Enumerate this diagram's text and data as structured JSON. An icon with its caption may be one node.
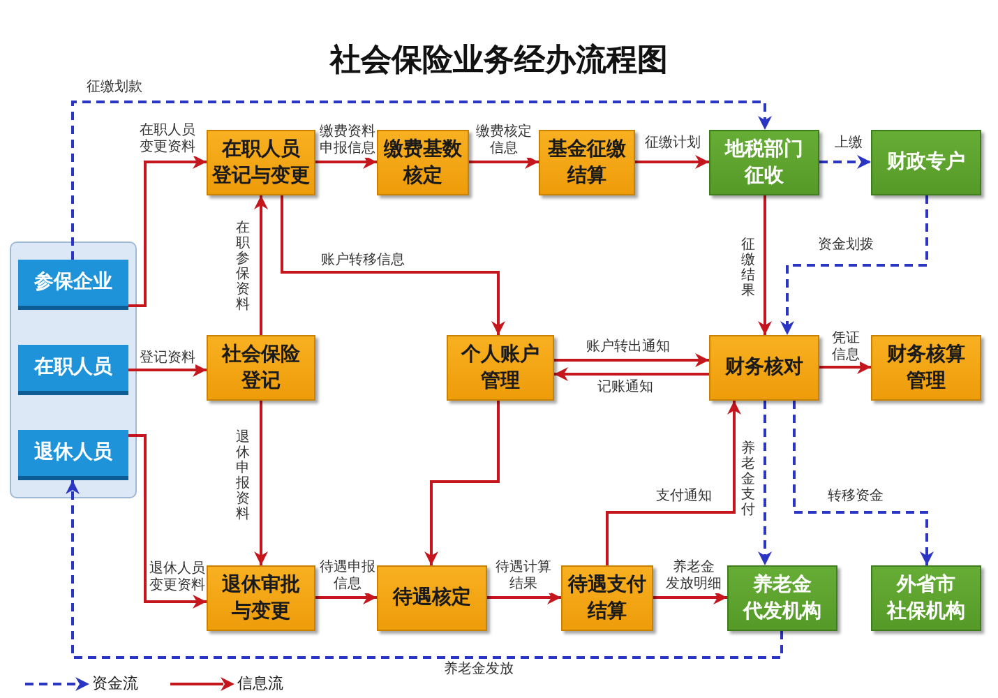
{
  "diagram": {
    "title": "社会保险业务经办流程图",
    "nodes": [
      {
        "text": [
          "在职人员登记与变更"
        ]
      },
      {
        "text": [
          "缴费基数核定"
        ]
      },
      {
        "text": [
          "基金征缴结算"
        ]
      },
      {
        "text": [
          "地税部门征收"
        ]
      },
      {
        "text": [
          "财政专户"
        ]
      },
      {
        "text": [],
        "shape": "box"
      },
      {
        "text": [
          "参保企业"
        ],
        "in": 5
      },
      {
        "text": [
          "在职人员"
        ],
        "in": 5
      },
      {
        "text": [
          "退休人员"
        ],
        "in": 5
      },
      {
        "text": [
          "社会保险登记"
        ]
      },
      {
        "text": [
          "个人账户管理"
        ]
      },
      {
        "text": [
          "财务核对"
        ]
      },
      {
        "text": [
          "财务核算管理"
        ]
      },
      {
        "text": [
          "退休审批与变更"
        ]
      },
      {
        "text": [
          "待遇核定"
        ]
      },
      {
        "text": [
          "待遇支付结算"
        ]
      },
      {
        "text": [
          "养老金代发机构"
        ]
      },
      {
        "text": [
          "外省市社保机构"
        ]
      }
    ],
    "edges": [
      {
        "from": 6,
        "to": 0,
        "arrow": "to",
        "label": "在职人员变更资料"
      },
      {
        "from": 7,
        "to": 9,
        "arrow": "to",
        "label": "登记资料"
      },
      {
        "from": 8,
        "to": 13,
        "arrow": "to",
        "label": "退休人员变更资料"
      },
      {
        "from": 9,
        "to": 0,
        "arrow": "to",
        "label": "在职参保资料"
      },
      {
        "from": 9,
        "to": 13,
        "arrow": "to",
        "label": "退休申报资料"
      },
      {
        "from": 0,
        "to": 1,
        "arrow": "to",
        "label": "缴费资料申报信息"
      },
      {
        "from": 1,
        "to": 2,
        "arrow": "to",
        "label": "缴费核定信息"
      },
      {
        "from": 2,
        "to": 3,
        "arrow": "to",
        "label": "征缴计划"
      },
      {
        "from": 3,
        "to": 4,
        "arrow": "to",
        "label": "上缴",
        "style": "dashed",
        "color": "#2b35c4"
      },
      {
        "from": 4,
        "to": 11,
        "arrow": "to",
        "label": "资金划拨",
        "style": "dashed",
        "color": "#2b35c4"
      },
      {
        "from": 3,
        "to": 11,
        "arrow": "to",
        "label": "征缴结果"
      },
      {
        "from": 0,
        "to": 10,
        "arrow": "to",
        "label": "账户转移信息"
      },
      {
        "from": 10,
        "to": 11,
        "arrow": "to",
        "label": "账户转出通知"
      },
      {
        "from": 11,
        "to": 10,
        "arrow": "to",
        "label": "记账通知"
      },
      {
        "from": 11,
        "to": 12,
        "arrow": "to",
        "label": "凭证信息"
      },
      {
        "from": 10,
        "to": 14,
        "arrow": "to"
      },
      {
        "from": 13,
        "to": 14,
        "arrow": "to",
        "label": "待遇申报信息"
      },
      {
        "from": 14,
        "to": 15,
        "arrow": "to",
        "label": "待遇计算结果"
      },
      {
        "from": 15,
        "to": 11,
        "arrow": "to",
        "label": "支付通知"
      },
      {
        "from": 15,
        "to": 16,
        "arrow": "to",
        "label": "养老金发放明细"
      },
      {
        "from": 11,
        "to": 16,
        "arrow": "to",
        "label": "养老金支付",
        "style": "dashed",
        "color": "#2b35c4"
      },
      {
        "from": 11,
        "to": 17,
        "arrow": "to",
        "label": "转移资金",
        "style": "dashed",
        "color": "#2b35c4"
      },
      {
        "from": 16,
        "to": 8,
        "arrow": "to",
        "label": "养老金发放",
        "style": "dashed",
        "color": "#2b35c4"
      },
      {
        "from": 6,
        "to": 3,
        "arrow": "to",
        "label": "征缴划款",
        "style": "dashed",
        "color": "#2b35c4"
      }
    ],
    "legend": [
      {
        "text": "资金流"
      },
      {
        "text": "信息流"
      }
    ]
  }
}
